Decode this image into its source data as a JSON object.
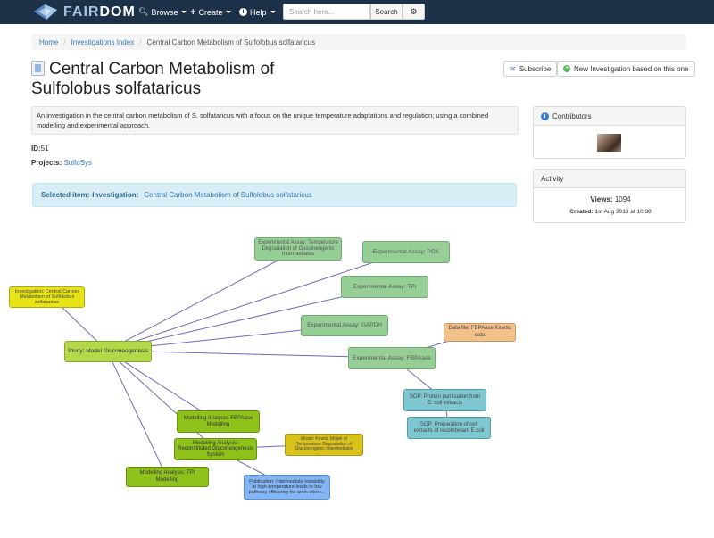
{
  "nav": {
    "brand_prefix": "FAIR",
    "brand_suffix": "DOM",
    "browse": "Browse",
    "create": "Create",
    "help": "Help",
    "search_placeholder": "Search here...",
    "search_button": "Search"
  },
  "breadcrumb": {
    "home": "Home",
    "index": "Investigations Index",
    "current": "Central Carbon Metabolism of Sulfolobus solfataricus"
  },
  "title": "Central Carbon Metabolism of Sulfolobus solfataricus",
  "actions": {
    "subscribe": "Subscribe",
    "new_investigation": "New Investigation based on this one"
  },
  "description": "An investigation in the central carbon metabolism of S. solfataricus with a focus on the unique temperature adaptations and regulation; using a combined modelling and experimental approach.",
  "meta": {
    "id_label": "ID:",
    "id_value": "51",
    "projects_label": "Projects:",
    "projects_value": "SulfoSys"
  },
  "selected": {
    "label": "Selected item:",
    "type": "Investigation:",
    "value": "Central Carbon Metabolism of Sulfolobus solfataricus"
  },
  "contributors": {
    "heading": "Contributors"
  },
  "activity": {
    "heading": "Activity",
    "views_label": "Views:",
    "views_value": "1094",
    "created_label": "Created:",
    "created_value": "1st Aug 2013 at 10:38"
  },
  "graph": {
    "investigation": "Investigation: Central Carbon Metabolism of Sulfolobus solfataricus",
    "study": "Study: Model Gluconeogenesis",
    "assay_temp": "Experimental Assay: Temperature Degradation of Gluconeogenic Intermediates",
    "assay_pgk": "Experimental Assay: PGK",
    "assay_tpi": "Experimental Assay: TPI",
    "assay_gapdh": "Experimental Assay: GAPDH",
    "assay_fbpase": "Experimental Assay: FBPAase",
    "datafile": "Data file: FBPAase Kinetic data",
    "sop_protein": "SOP: Protein purification from E. coli extracts",
    "sop_cell": "SOP: Preparation of cell extracts of recombinant E.coli",
    "model_fbpase": "Modelling Analysis: FBPAase Modelling",
    "model_recon": "Modelling Analysis: Reconstituted Gluconeogenesis System",
    "model_kinetic": "Model: Kinetic Model of Temperature Degradation of Gluconeogenic Intermediates",
    "model_tpi": "Modelling Analysis: TPI Modelling",
    "publication": "Publication: Intermediate instability at high temperature leads to low pathway efficiency for an in vitro r..."
  },
  "colors": {
    "navbar": "#1d3149",
    "investigation": "#e8e317",
    "study": "#b3d94b",
    "experimental_assay": "#96cf96",
    "modelling_assay": "#8ec21b",
    "data_file": "#f2c08a",
    "sop": "#7fc7d0",
    "model": "#d8c21b",
    "publication": "#84b5f5",
    "edge": "#6b6bb5"
  }
}
